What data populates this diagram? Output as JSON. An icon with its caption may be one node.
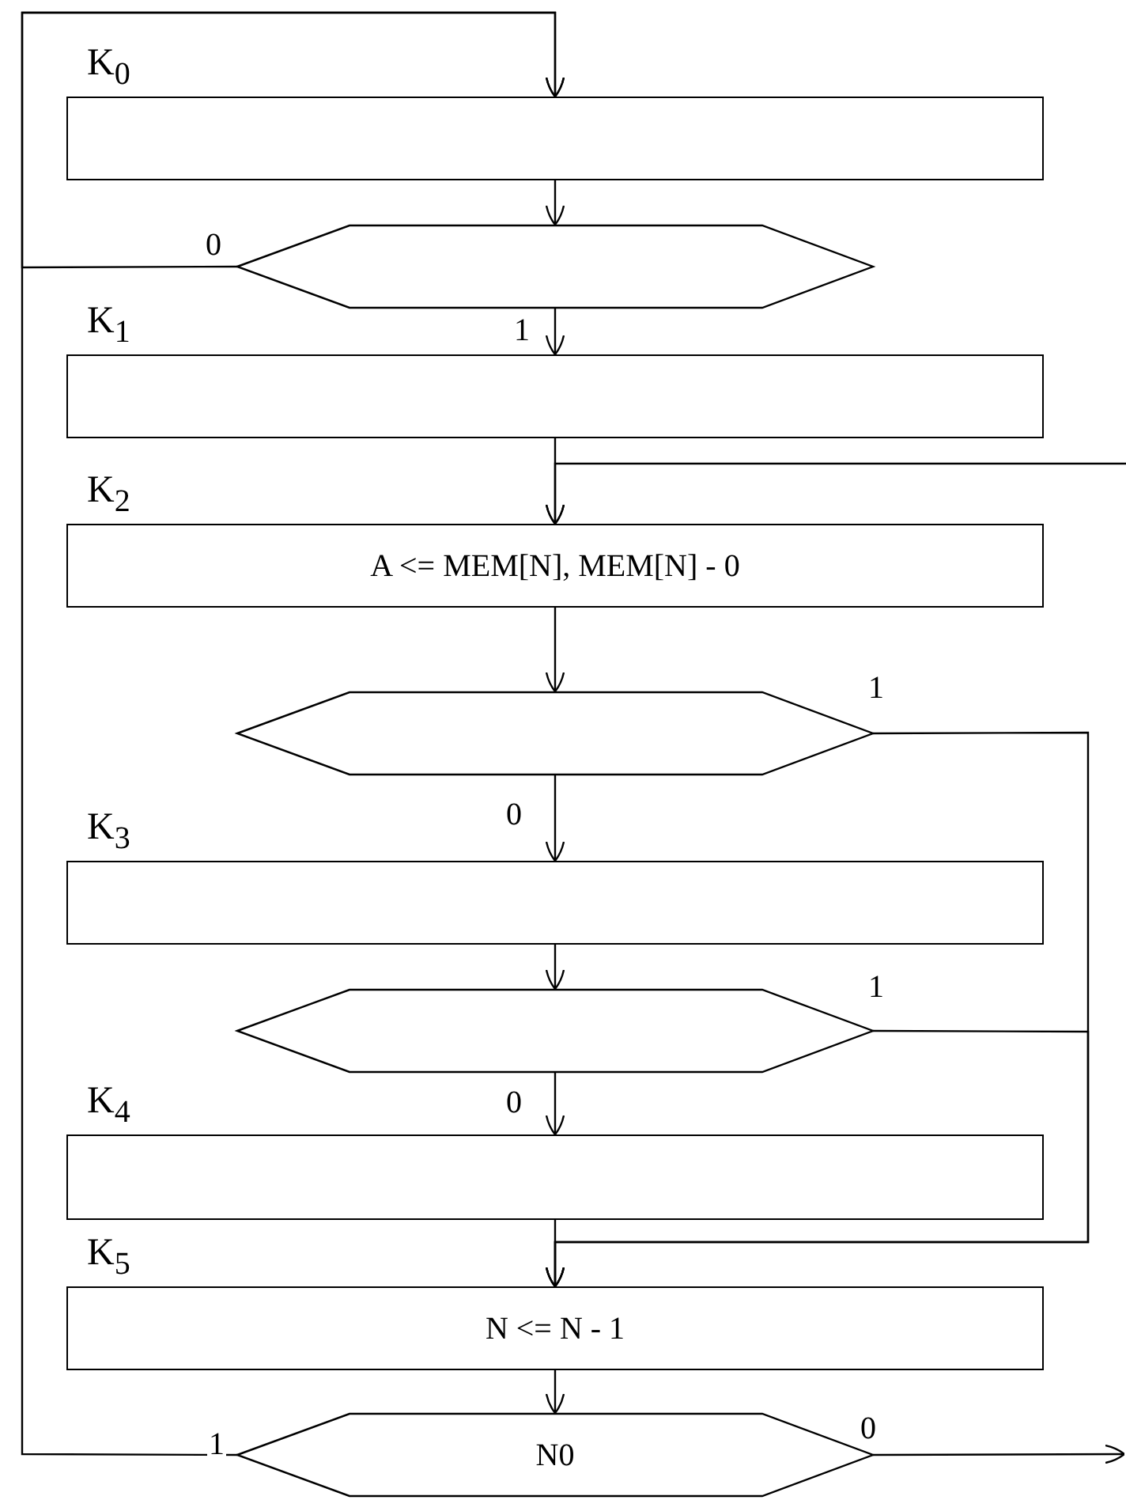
{
  "diagram": {
    "nodes": [
      {
        "text": [
          "K$_{0}$"
        ]
      },
      {
        "text": [],
        "shape": "hexagon"
      },
      {
        "text": [
          "K$_{1}$"
        ]
      },
      {
        "text": [
          "K$_{2}$",
          "A <= MEM[N], MEM[N] - 0"
        ]
      },
      {
        "text": [],
        "shape": "hexagon"
      },
      {
        "text": [
          "K$_{3}$"
        ]
      },
      {
        "text": [],
        "shape": "hexagon"
      },
      {
        "text": [
          "K$_{4}$"
        ]
      },
      {
        "text": [
          "K$_{5}$",
          "N <= N - 1"
        ]
      },
      {
        "text": [
          "N0"
        ]
      }
    ],
    "edges": [
      {
        "from": 9,
        "to": 0,
        "arrow": "to",
        "label": "1"
      },
      {
        "from": 1,
        "to": 0,
        "arrow": "to",
        "label": "0"
      },
      {
        "from": 0,
        "to": 1,
        "arrow": "to"
      },
      {
        "from": 1,
        "to": 2,
        "arrow": "to",
        "label": "1"
      },
      {
        "from": 2,
        "to": 3,
        "arrow": "to"
      },
      {
        "from": null,
        "to": 3,
        "arrow": "to"
      },
      {
        "from": 3,
        "to": 4,
        "arrow": "to"
      },
      {
        "from": 4,
        "to": 8,
        "arrow": "to",
        "label": "1"
      },
      {
        "from": 4,
        "to": 5,
        "arrow": "to",
        "label": "0"
      },
      {
        "from": 5,
        "to": 6,
        "arrow": "to"
      },
      {
        "from": 6,
        "to": 8,
        "arrow": "to",
        "label": "1"
      },
      {
        "from": 6,
        "to": 7,
        "arrow": "to",
        "label": "0"
      },
      {
        "from": 7,
        "to": 8,
        "arrow": "to"
      },
      {
        "from": 8,
        "to": 9,
        "arrow": "to"
      },
      {
        "from": 9,
        "to": null,
        "arrow": "to",
        "label": "0"
      }
    ]
  }
}
